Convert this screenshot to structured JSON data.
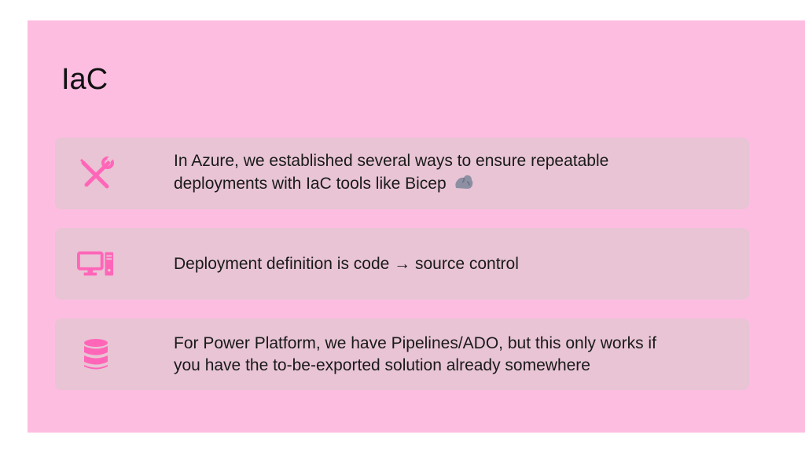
{
  "slide": {
    "title": "IaC",
    "accent_color": "#ff66b8",
    "items": [
      {
        "icon": "tools-icon",
        "text_line1": "In Azure, we established several ways to ensure repeatable",
        "text_line2": "deployments with IaC tools like Bicep",
        "emoji": "flexed-biceps-icon"
      },
      {
        "icon": "computer-icon",
        "text": "Deployment definition is code → source control"
      },
      {
        "icon": "database-icon",
        "text_line1": "For Power Platform, we have Pipelines/ADO, but this only works if",
        "text_line2": "you have the to-be-exported solution already somewhere"
      }
    ]
  }
}
